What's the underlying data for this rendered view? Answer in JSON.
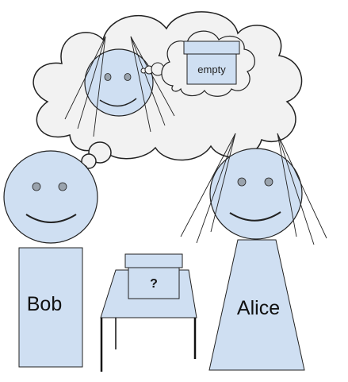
{
  "colors": {
    "fill": "#cfdff2",
    "stroke": "#222222",
    "cloud_fill": "#f2f2f2",
    "eye": "#9aa3ad",
    "background": "#ffffff"
  },
  "labels": {
    "bob": "Bob",
    "alice": "Alice",
    "table_box": "?",
    "thought_box": "empty"
  },
  "icons": {
    "thought_bubble": "thought-cloud-icon",
    "belief_bubble": "belief-cloud-icon"
  }
}
